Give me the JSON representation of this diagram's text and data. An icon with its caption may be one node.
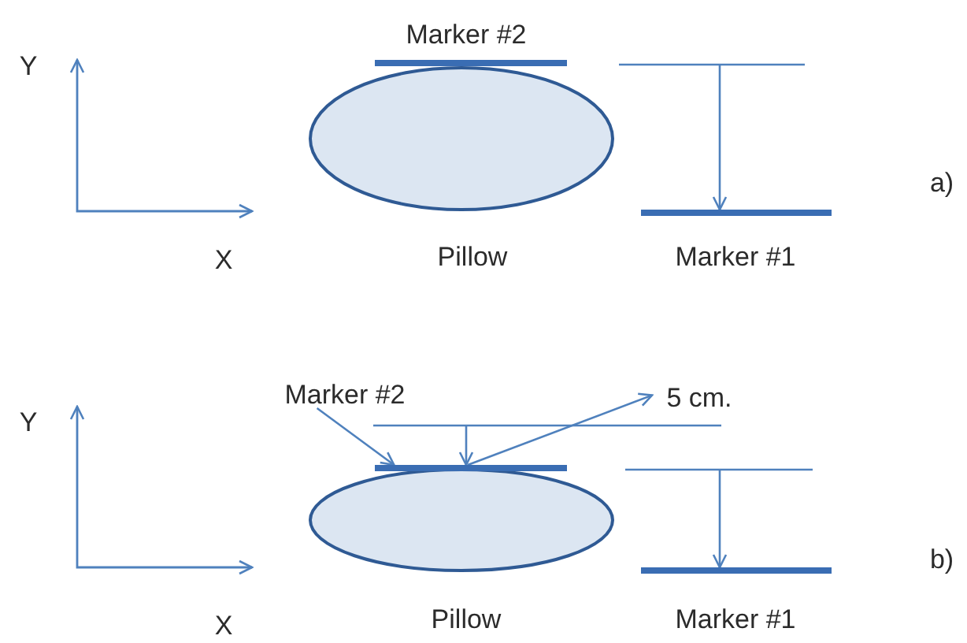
{
  "diagram": {
    "nodes": [
      {
        "text": [],
        "shape": "ellipse",
        "beside": [
          "Pillow"
        ]
      },
      {
        "text": [],
        "shape": "bar",
        "beside": [
          "Marker #2"
        ]
      },
      {
        "text": [],
        "shape": "bar",
        "beside": [
          "Marker #1"
        ]
      },
      {
        "text": [],
        "shape": "ellipse",
        "beside": [
          "Pillow"
        ]
      },
      {
        "text": [
          "Marker #2"
        ]
      },
      {
        "text": [],
        "shape": "bar"
      },
      {
        "text": [
          "5 cm."
        ]
      },
      {
        "text": [],
        "shape": "bar",
        "beside": [
          "Marker #1"
        ]
      }
    ],
    "edges": [
      {
        "from": 4,
        "to": 5,
        "arrow": "to"
      },
      {
        "from": 5,
        "to": 6,
        "arrow": "to"
      }
    ],
    "labels": [
      "Y",
      "X",
      "a)",
      "Y",
      "X",
      "b)"
    ]
  }
}
